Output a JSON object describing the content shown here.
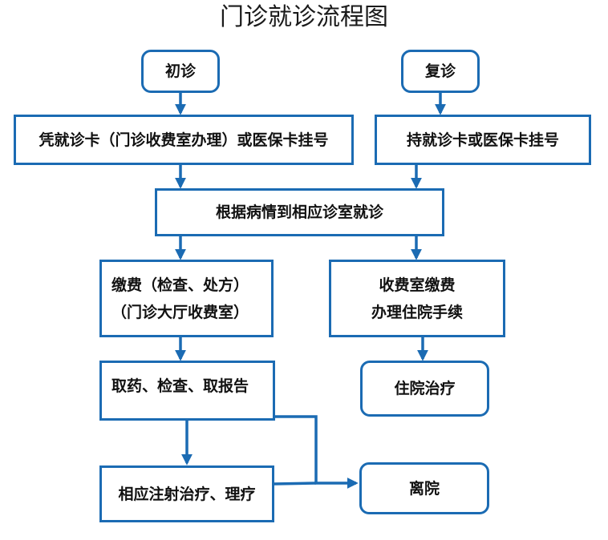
{
  "title": "门诊就诊流程图",
  "nodes": {
    "first_visit": "初诊",
    "return_visit": "复诊",
    "register_card": "凭就诊卡（门诊收费室办理）或医保卡挂号",
    "register_hold": "持就诊卡或医保卡挂号",
    "consult": "根据病情到相应诊室就诊",
    "payment_line1": "缴费（检查、处方）",
    "payment_line2": "（门诊大厅收费室）",
    "admission_line1": "收费室缴费",
    "admission_line2": "办理住院手续",
    "medicine": "取药、检查、取报告",
    "inpatient": "住院治疗",
    "therapy": "相应注射治疗、理疗",
    "leave": "离院"
  },
  "colors": {
    "line": "#1b6bb3",
    "text": "#111111"
  }
}
